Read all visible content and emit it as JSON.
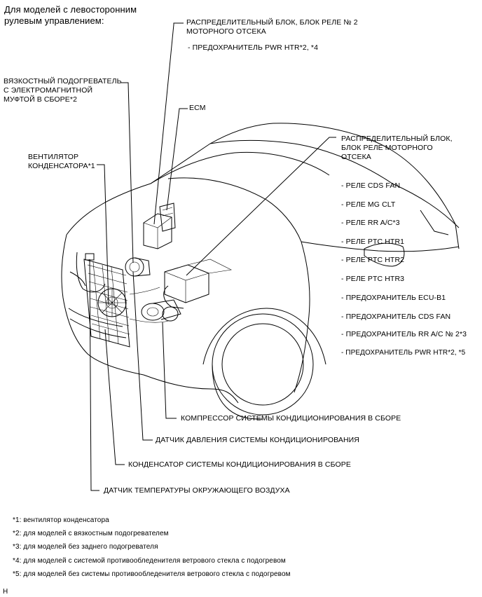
{
  "title": [
    "Для моделей с левосторонним",
    "рулевым управлением:"
  ],
  "labels": {
    "junction_block_2": [
      "РАСПРЕДЕЛИТЕЛЬНЫЙ БЛОК, БЛОК РЕЛЕ № 2",
      "МОТОРНОГО ОТСЕКА"
    ],
    "junction_block_2_item": "- ПРЕДОХРАНИТЕЛЬ PWR HTR*2, *4",
    "viscous_heater": [
      "ВЯЗКОСТНЫЙ ПОДОГРЕВАТЕЛЬ",
      "С ЭЛЕКТРОМАГНИТНОЙ",
      "МУФТОЙ В СБОРЕ*2"
    ],
    "ecm": "ECM",
    "junction_block": [
      "РАСПРЕДЕЛИТЕЛЬНЫЙ БЛОК,",
      "БЛОК РЕЛЕ МОТОРНОГО",
      "ОТСЕКА"
    ],
    "condenser_fan": [
      "ВЕНТИЛЯТОР",
      "КОНДЕНСАТОРА*1"
    ],
    "compressor": "КОМПРЕССОР СИСТЕМЫ КОНДИЦИОНИРОВАНИЯ В СБОРЕ",
    "pressure_sensor": "ДАТЧИК ДАВЛЕНИЯ СИСТЕМЫ КОНДИЦИОНИРОВАНИЯ",
    "condenser": "КОНДЕНСАТОР СИСТЕМЫ КОНДИЦИОНИРОВАНИЯ В СБОРЕ",
    "ambient_sensor": "ДАТЧИК ТЕМПЕРАТУРЫ ОКРУЖАЮЩЕГО ВОЗДУХА"
  },
  "junction_items": [
    "- РЕЛЕ CDS FAN",
    "- РЕЛЕ MG CLT",
    "- РЕЛЕ RR A/C*3",
    "- РЕЛЕ PTC HTR1",
    "- РЕЛЕ PTC HTR2",
    "- РЕЛЕ PTC HTR3",
    "- ПРЕДОХРАНИТЕЛЬ ECU-B1",
    "- ПРЕДОХРАНИТЕЛЬ CDS FAN",
    "- ПРЕДОХРАНИТЕЛЬ RR A/C № 2*3",
    "- ПРЕДОХРАНИТЕЛЬ PWR HTR*2, *5"
  ],
  "footnotes": [
    "*1: вентилятор конденсатора",
    "*2: для моделей с вязкостным подогревателем",
    "*3: для моделей без заднего подогревателя",
    "*4: для моделей с системой противообледенителя ветрового стекла с подогревом",
    "*5: для моделей без системы противообледенителя ветрового стекла с подогревом"
  ],
  "corner_mark": "H"
}
